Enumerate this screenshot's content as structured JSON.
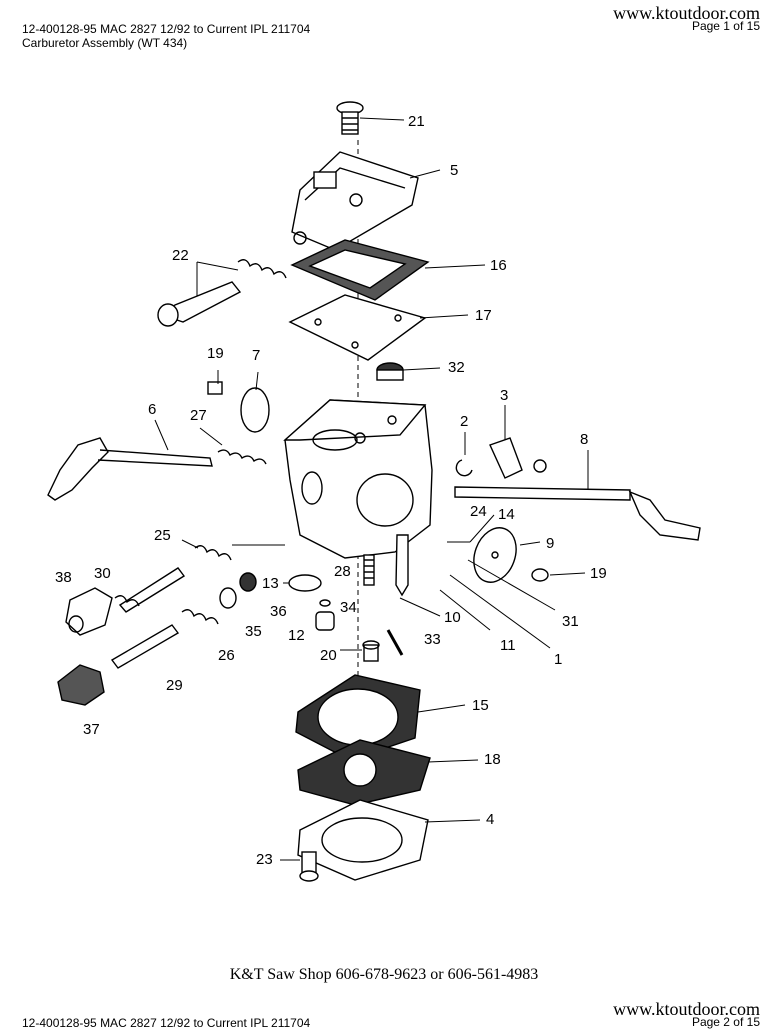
{
  "header": {
    "doc_line1": "12-400128-95 MAC 2827 12/92 to Current IPL 211704",
    "doc_line2": "Carburetor Assembly (WT 434)",
    "site": "www.ktoutdoor.com",
    "page": "Page 1 of 15"
  },
  "diagram": {
    "callouts": [
      "21",
      "5",
      "22",
      "16",
      "17",
      "19",
      "7",
      "32",
      "6",
      "27",
      "3",
      "2",
      "8",
      "25",
      "28",
      "14",
      "24",
      "9",
      "38",
      "30",
      "13",
      "36",
      "34",
      "19",
      "35",
      "12",
      "10",
      "31",
      "26",
      "33",
      "11",
      "1",
      "20",
      "29",
      "37",
      "15",
      "18",
      "4",
      "23"
    ]
  },
  "footer": {
    "shop": "K&T Saw Shop 606-678-9623 or 606-561-4983"
  },
  "next_page": {
    "doc_line1": "12-400128-95 MAC 2827 12/92 to Current IPL 211704",
    "site": "www.ktoutdoor.com",
    "page": "Page 2 of 15"
  },
  "colors": {
    "ink": "#000000",
    "paper": "#ffffff"
  }
}
